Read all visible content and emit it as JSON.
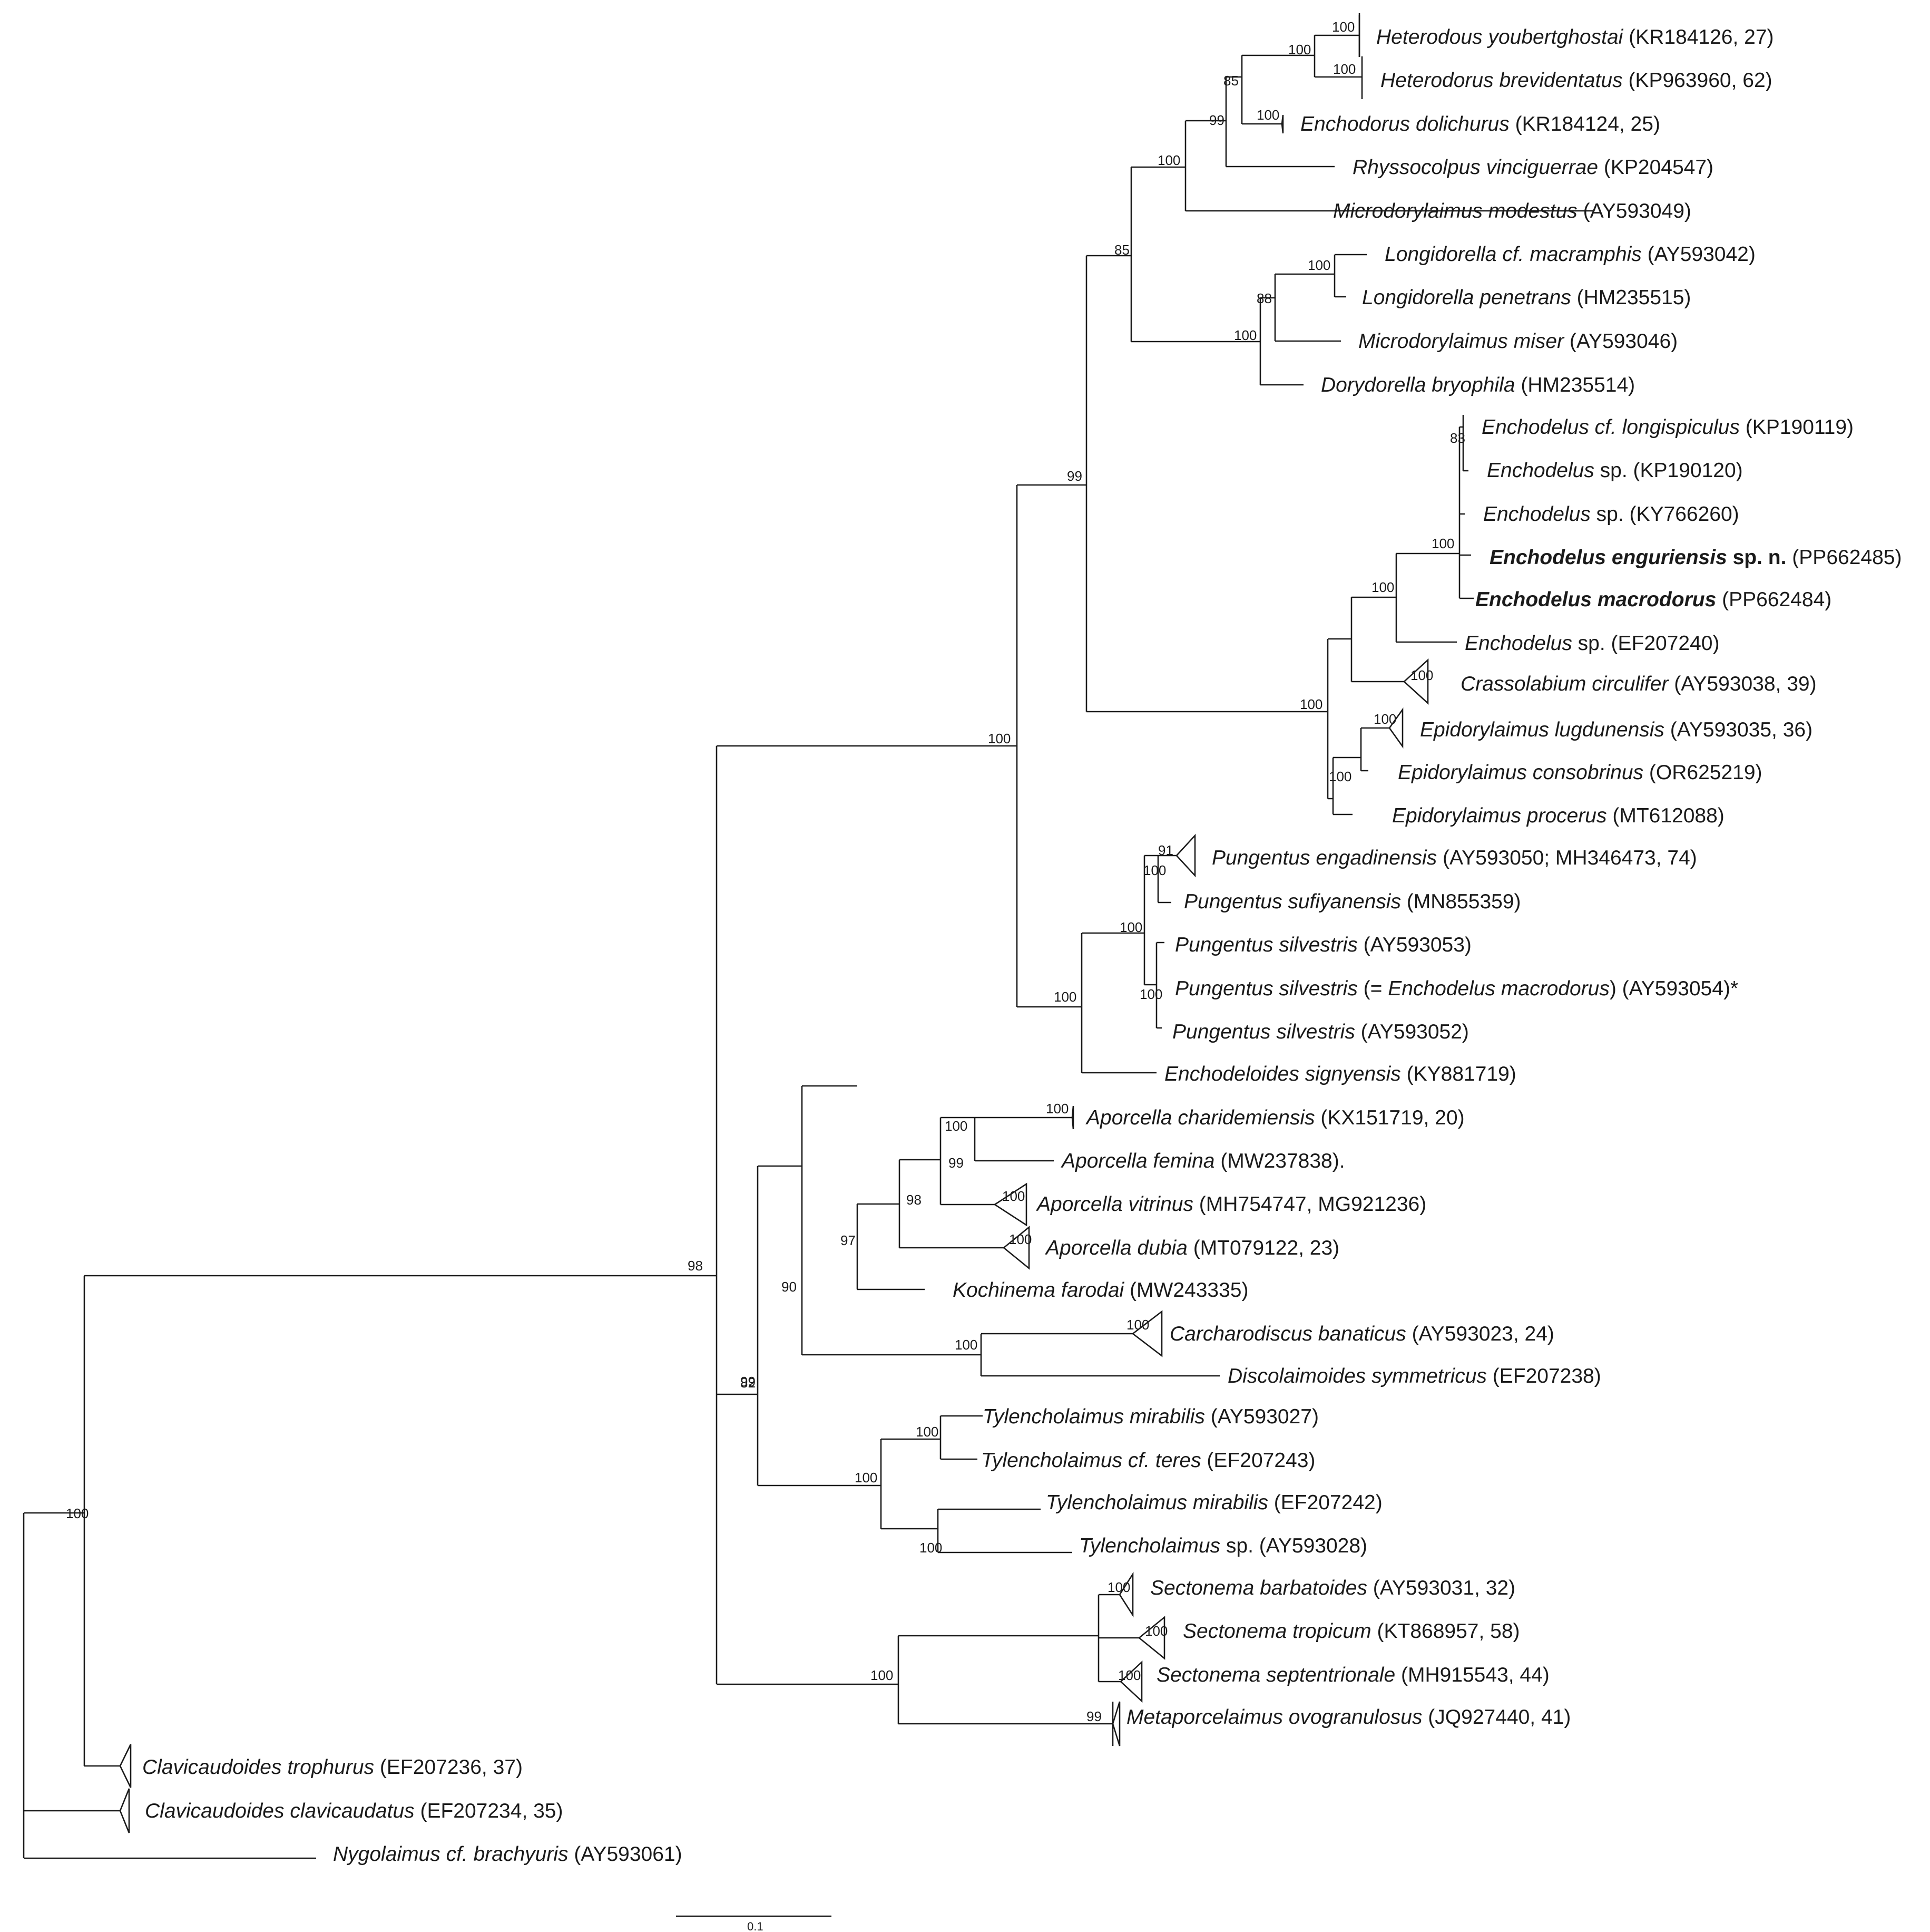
{
  "figure": {
    "scale_bar_label": "0.1"
  },
  "taxa": {
    "t01": {
      "genus_species": "Heterodous youbertghostai",
      "suffix": " (KR184126, 27)"
    },
    "t02": {
      "genus_species": "Heterodorus brevidentatus",
      "suffix": " (KP963960, 62)"
    },
    "t03": {
      "genus_species": "Enchodorus dolichurus",
      "suffix": " (KR184124, 25)"
    },
    "t04": {
      "genus_species": "Rhyssocolpus vinciguerrae",
      "suffix": " (KP204547)"
    },
    "t05": {
      "genus_species": "Microdorylaimus modestus",
      "suffix": " (AY593049)"
    },
    "t06": {
      "genus_species": "Longidorella cf. macramphis",
      "suffix": " (AY593042)"
    },
    "t07": {
      "genus_species": "Longidorella penetrans",
      "suffix": " (HM235515)"
    },
    "t08": {
      "genus_species": "Microdorylaimus miser",
      "suffix": " (AY593046)"
    },
    "t09": {
      "genus_species": "Dorydorella bryophila",
      "suffix": " (HM235514)"
    },
    "t10": {
      "genus_species": "Enchodelus cf. longispiculus",
      "suffix": " (KP190119)"
    },
    "t11": {
      "genus_species": "Enchodelus",
      "suffix": " sp. (KP190120)"
    },
    "t12": {
      "genus_species": "Enchodelus",
      "suffix": " sp. (KY766260)"
    },
    "t13": {
      "genus_species": "Enchodelus enguriensis",
      "mid": " sp. n.",
      "suffix": " (PP662485)"
    },
    "t14": {
      "genus_species": "Enchodelus macrodorus",
      "suffix": " (PP662484)"
    },
    "t15": {
      "genus_species": "Enchodelus",
      "suffix": " sp. (EF207240)"
    },
    "t16": {
      "genus_species": "Crassolabium circulifer",
      "suffix": " (AY593038, 39)"
    },
    "t17": {
      "genus_species": "Epidorylaimus lugdunensis",
      "suffix": " (AY593035, 36)"
    },
    "t18": {
      "genus_species": "Epidorylaimus consobrinus",
      "suffix": " (OR625219)"
    },
    "t19": {
      "genus_species": "Epidorylaimus procerus",
      "suffix": " (MT612088)"
    },
    "t20": {
      "genus_species": "Pungentus engadinensis",
      "suffix": " (AY593050; MH346473, 74)"
    },
    "t21": {
      "genus_species": "Pungentus sufiyanensis",
      "suffix": " (MN855359)"
    },
    "t22": {
      "genus_species": "Pungentus silvestris",
      "suffix": " (AY593053)"
    },
    "t23": {
      "genus_species": "Pungentus silvestris",
      "mid": " (= ",
      "inner_italic": "Enchodelus macrodorus",
      "suffix": ") (AY593054)*"
    },
    "t24": {
      "genus_species": "Pungentus silvestris",
      "suffix": " (AY593052)"
    },
    "t25": {
      "genus_species": "Enchodeloides signyensis",
      "suffix": " (KY881719)"
    },
    "t26": {
      "genus_species": "Aporcella charidemiensis",
      "suffix": " (KX151719, 20)"
    },
    "t27": {
      "genus_species": "Aporcella femina",
      "suffix": " (MW237838)."
    },
    "t28": {
      "genus_species": "Aporcella vitrinus",
      "suffix": " (MH754747, MG921236)"
    },
    "t29": {
      "genus_species": "Aporcella dubia",
      "suffix": " (MT079122, 23)"
    },
    "t30": {
      "genus_species": "Kochinema farodai",
      "suffix": " (MW243335)"
    },
    "t31": {
      "genus_species": "Carcharodiscus banaticus",
      "suffix": " (AY593023, 24)"
    },
    "t32": {
      "genus_species": "Discolaimoides symmetricus",
      "suffix": " (EF207238)"
    },
    "t33": {
      "genus_species": "Tylencholaimus mirabilis",
      "suffix": " (AY593027)"
    },
    "t34": {
      "genus_species": "Tylencholaimus cf. teres",
      "suffix": " (EF207243)"
    },
    "t35": {
      "genus_species": "Tylencholaimus mirabilis",
      "suffix": " (EF207242)"
    },
    "t36": {
      "genus_species": "Tylencholaimus",
      "suffix": " sp. (AY593028)"
    },
    "t37": {
      "genus_species": "Sectonema barbatoides",
      "suffix": " (AY593031, 32)"
    },
    "t38": {
      "genus_species": "Sectonema tropicum",
      "suffix": " (KT868957, 58)"
    },
    "t39": {
      "genus_species": "Sectonema septentrionale",
      "suffix": " (MH915543, 44)"
    },
    "t40": {
      "genus_species": "Metaporcelaimus ovogranulosus",
      "suffix": " (JQ927440, 41)"
    },
    "t41": {
      "genus_species": "Clavicaudoides trophurus",
      "suffix": " (EF207236, 37)"
    },
    "t42": {
      "genus_species": "Clavicaudoides clavicaudatus",
      "suffix": " (EF207234, 35)"
    },
    "t43": {
      "genus_species": "Nygolaimus cf. brachyuris",
      "suffix": " (AY593061)"
    }
  },
  "support": {
    "s01": "100",
    "s02": "100",
    "s03": "100",
    "s04": "100",
    "s05": "85",
    "s06": "99",
    "s07": "100",
    "s08": "85",
    "s09": "100",
    "s10": "88",
    "s11": "100",
    "s12": "83",
    "s13": "100",
    "s14": "100",
    "s15": "100",
    "s16": "100",
    "s17": "100",
    "s18": "99",
    "s19": "100",
    "s20": "100",
    "s21": "91",
    "s22": "100",
    "s23": "100",
    "s24": "100",
    "s25": "100",
    "s26": "100",
    "s27": "99",
    "s28": "100",
    "s29": "98",
    "s30": "100",
    "s31": "97",
    "s32": "90",
    "s33": "100",
    "s34": "100",
    "s35": "100",
    "s36": "99",
    "s37": "100",
    "s38": "82",
    "s39": "100",
    "s40": "100",
    "s41": "100",
    "s42": "100",
    "s43": "100",
    "s44": "100",
    "s45": "99",
    "s46": "98",
    "s47": "100"
  }
}
